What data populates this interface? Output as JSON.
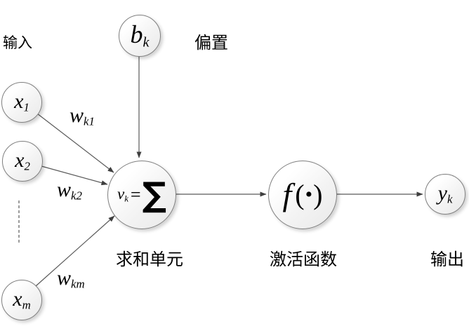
{
  "labels": {
    "input": "输入",
    "bias": "偏置",
    "summation_unit": "求和单元",
    "activation_function": "激活函数",
    "output": "输出"
  },
  "nodes": {
    "x1": {
      "base": "x",
      "sub": "1"
    },
    "x2": {
      "base": "x",
      "sub": "2"
    },
    "xm": {
      "base": "x",
      "sub": "m"
    },
    "bk": {
      "base": "b",
      "sub": "k"
    },
    "yk": {
      "base": "y",
      "sub": "k"
    },
    "sum": {
      "lhs_base": "v",
      "lhs_sub": "k",
      "equals": "=",
      "sigma": "∑"
    },
    "activation": {
      "func": "f",
      "open_paren": "(",
      "dot": "•",
      "close_paren": ")"
    }
  },
  "weights": {
    "wk1": {
      "base": "w",
      "sub": "k1"
    },
    "wk2": {
      "base": "w",
      "sub": "k2"
    },
    "wkm": {
      "base": "w",
      "sub": "km"
    }
  },
  "colors": {
    "background": "#ffffff",
    "line": "#595959",
    "node_border": "#7f7f7f",
    "text": "#000000"
  }
}
